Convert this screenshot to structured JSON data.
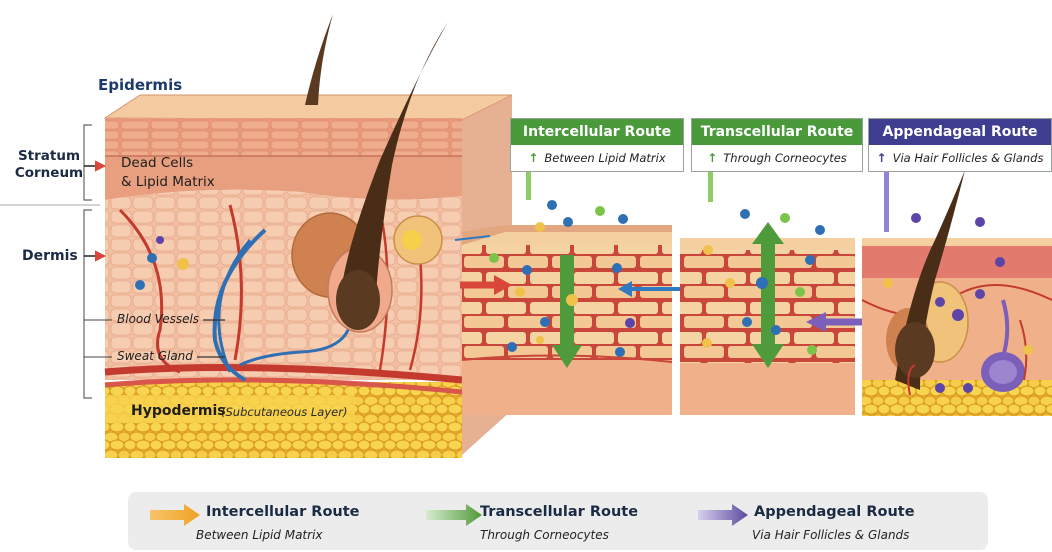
{
  "diagram": {
    "left_labels": {
      "epidermis": "Epidermis",
      "stratum_corneum": "Stratum\nCorneum",
      "dermis": "Dermis"
    },
    "inner_labels": {
      "dead_cells": "Dead Cells",
      "lipid_matrix": "& Lipid Matrix",
      "blood_vessels": "Blood Vessels",
      "sweat_gland": "Sweat Gland",
      "hypodermis": "Hypodermis",
      "hypodermis_sub": "(Subcutaneous Layer)"
    },
    "routes": [
      {
        "title": "Intercellular Route",
        "subtitle": "Between Lipid Matrix",
        "color": "#4a9a3c"
      },
      {
        "title": "Transcellular Route",
        "subtitle": "Through Corneocytes",
        "color": "#4a9a3c"
      },
      {
        "title": "Appendageal Route",
        "subtitle": "Via Hair Follicles & Glands",
        "color": "#3f3d8f"
      }
    ],
    "legend": [
      {
        "title": "Intercellular Route",
        "subtitle": "Between Lipid Matrix",
        "color": "#f0a223"
      },
      {
        "title": "Transcellular Route",
        "subtitle": "Through Corneocytes",
        "color": "#4f9a3a"
      },
      {
        "title": "Appendageal Route",
        "subtitle": "Via Hair Follicles & Glands",
        "color": "#5b4a9e"
      }
    ],
    "colors": {
      "epidermis_top": "#f3c59a",
      "stratum": "#eaa382",
      "dermis": "#f0b59a",
      "hypodermis": "#f4c842",
      "vessel_red": "#c53a2e",
      "vessel_blue": "#2f6fb3",
      "hair": "#5a3a20",
      "text_navy": "#1c3a6b",
      "horizontal_arrow_blue": "#2f7ac0",
      "horizontal_arrow_red": "#d9473a",
      "horizontal_arrow_purple": "#7b5fb8"
    }
  }
}
